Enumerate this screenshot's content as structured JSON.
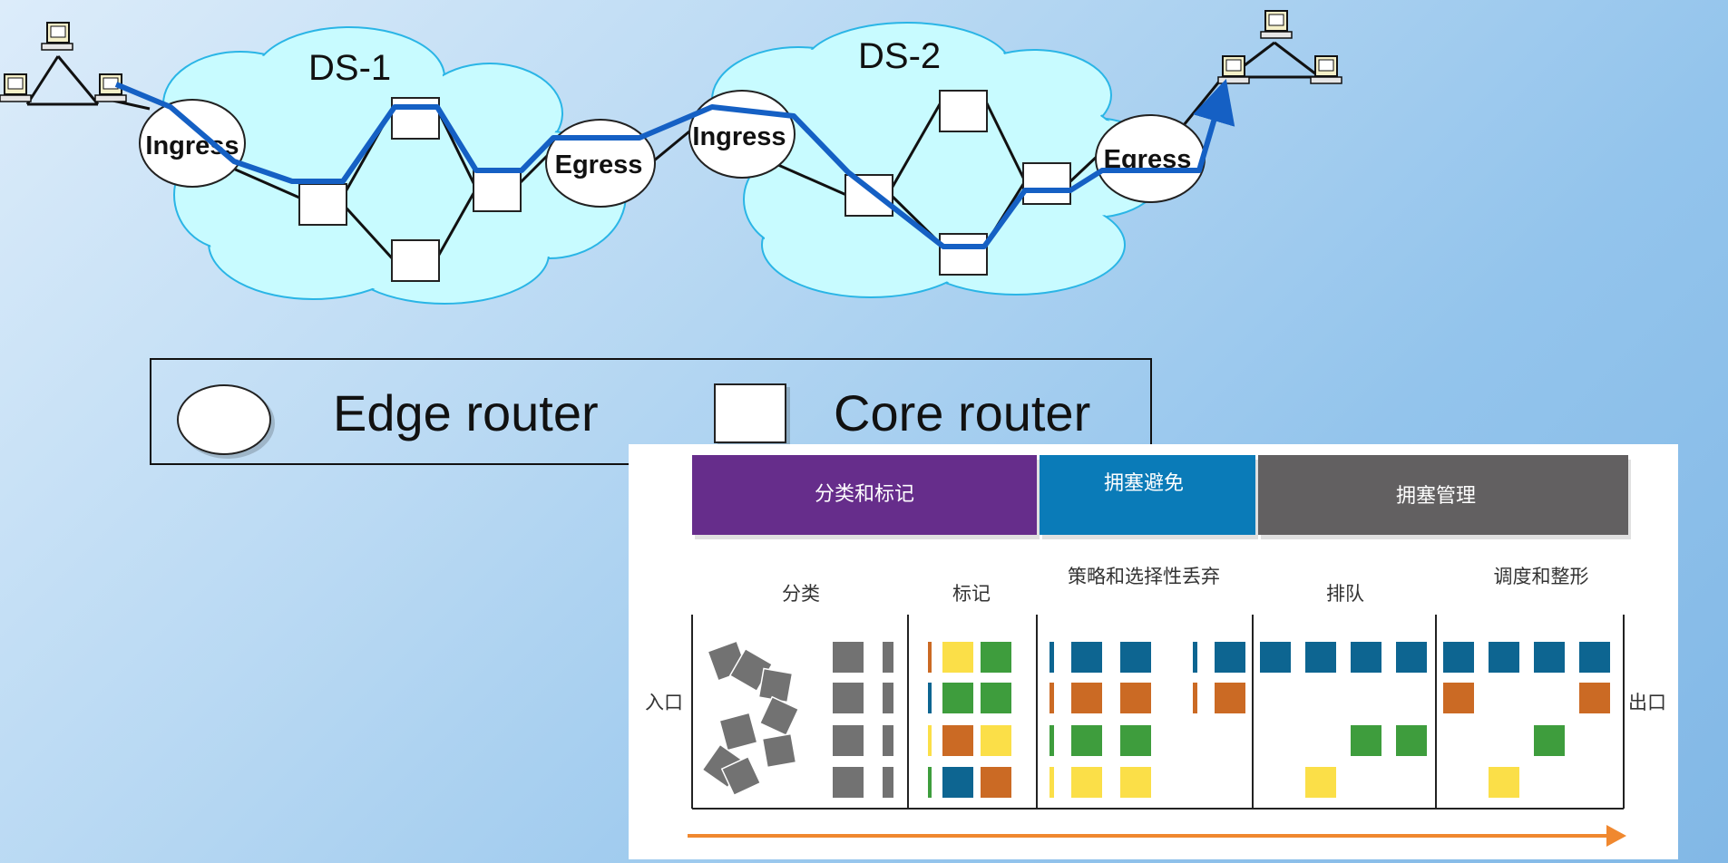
{
  "network": {
    "clouds": [
      {
        "label": "DS-1"
      },
      {
        "label": "DS-2"
      }
    ],
    "edge_routers": [
      {
        "label": "Ingress"
      },
      {
        "label": "Egress"
      },
      {
        "label": "Ingress"
      },
      {
        "label": "Egress"
      }
    ],
    "colors": {
      "cloud_fill": "#c8fbff",
      "cloud_stroke": "#2ab5e6",
      "path": "#1560c4",
      "link": "#111111"
    }
  },
  "legend": {
    "edge_label": "Edge router",
    "core_label": "Core router"
  },
  "qos": {
    "header": [
      {
        "label": "分类和标记",
        "color": "#662d8b"
      },
      {
        "label": "拥塞避免",
        "color": "#0a7bb8"
      },
      {
        "label": "拥塞管理",
        "color": "#626061"
      }
    ],
    "stages": [
      "分类",
      "标记",
      "策略和选择性丢弃",
      "排队",
      "调度和整形"
    ],
    "entry_label": "入口",
    "exit_label": "出口",
    "colors": {
      "blue": "#0d6591",
      "orange": "#cb6a24",
      "green": "#3e9d3d",
      "yellow": "#fbdf48",
      "gray": "#727272",
      "arrow": "#f0882f"
    }
  }
}
